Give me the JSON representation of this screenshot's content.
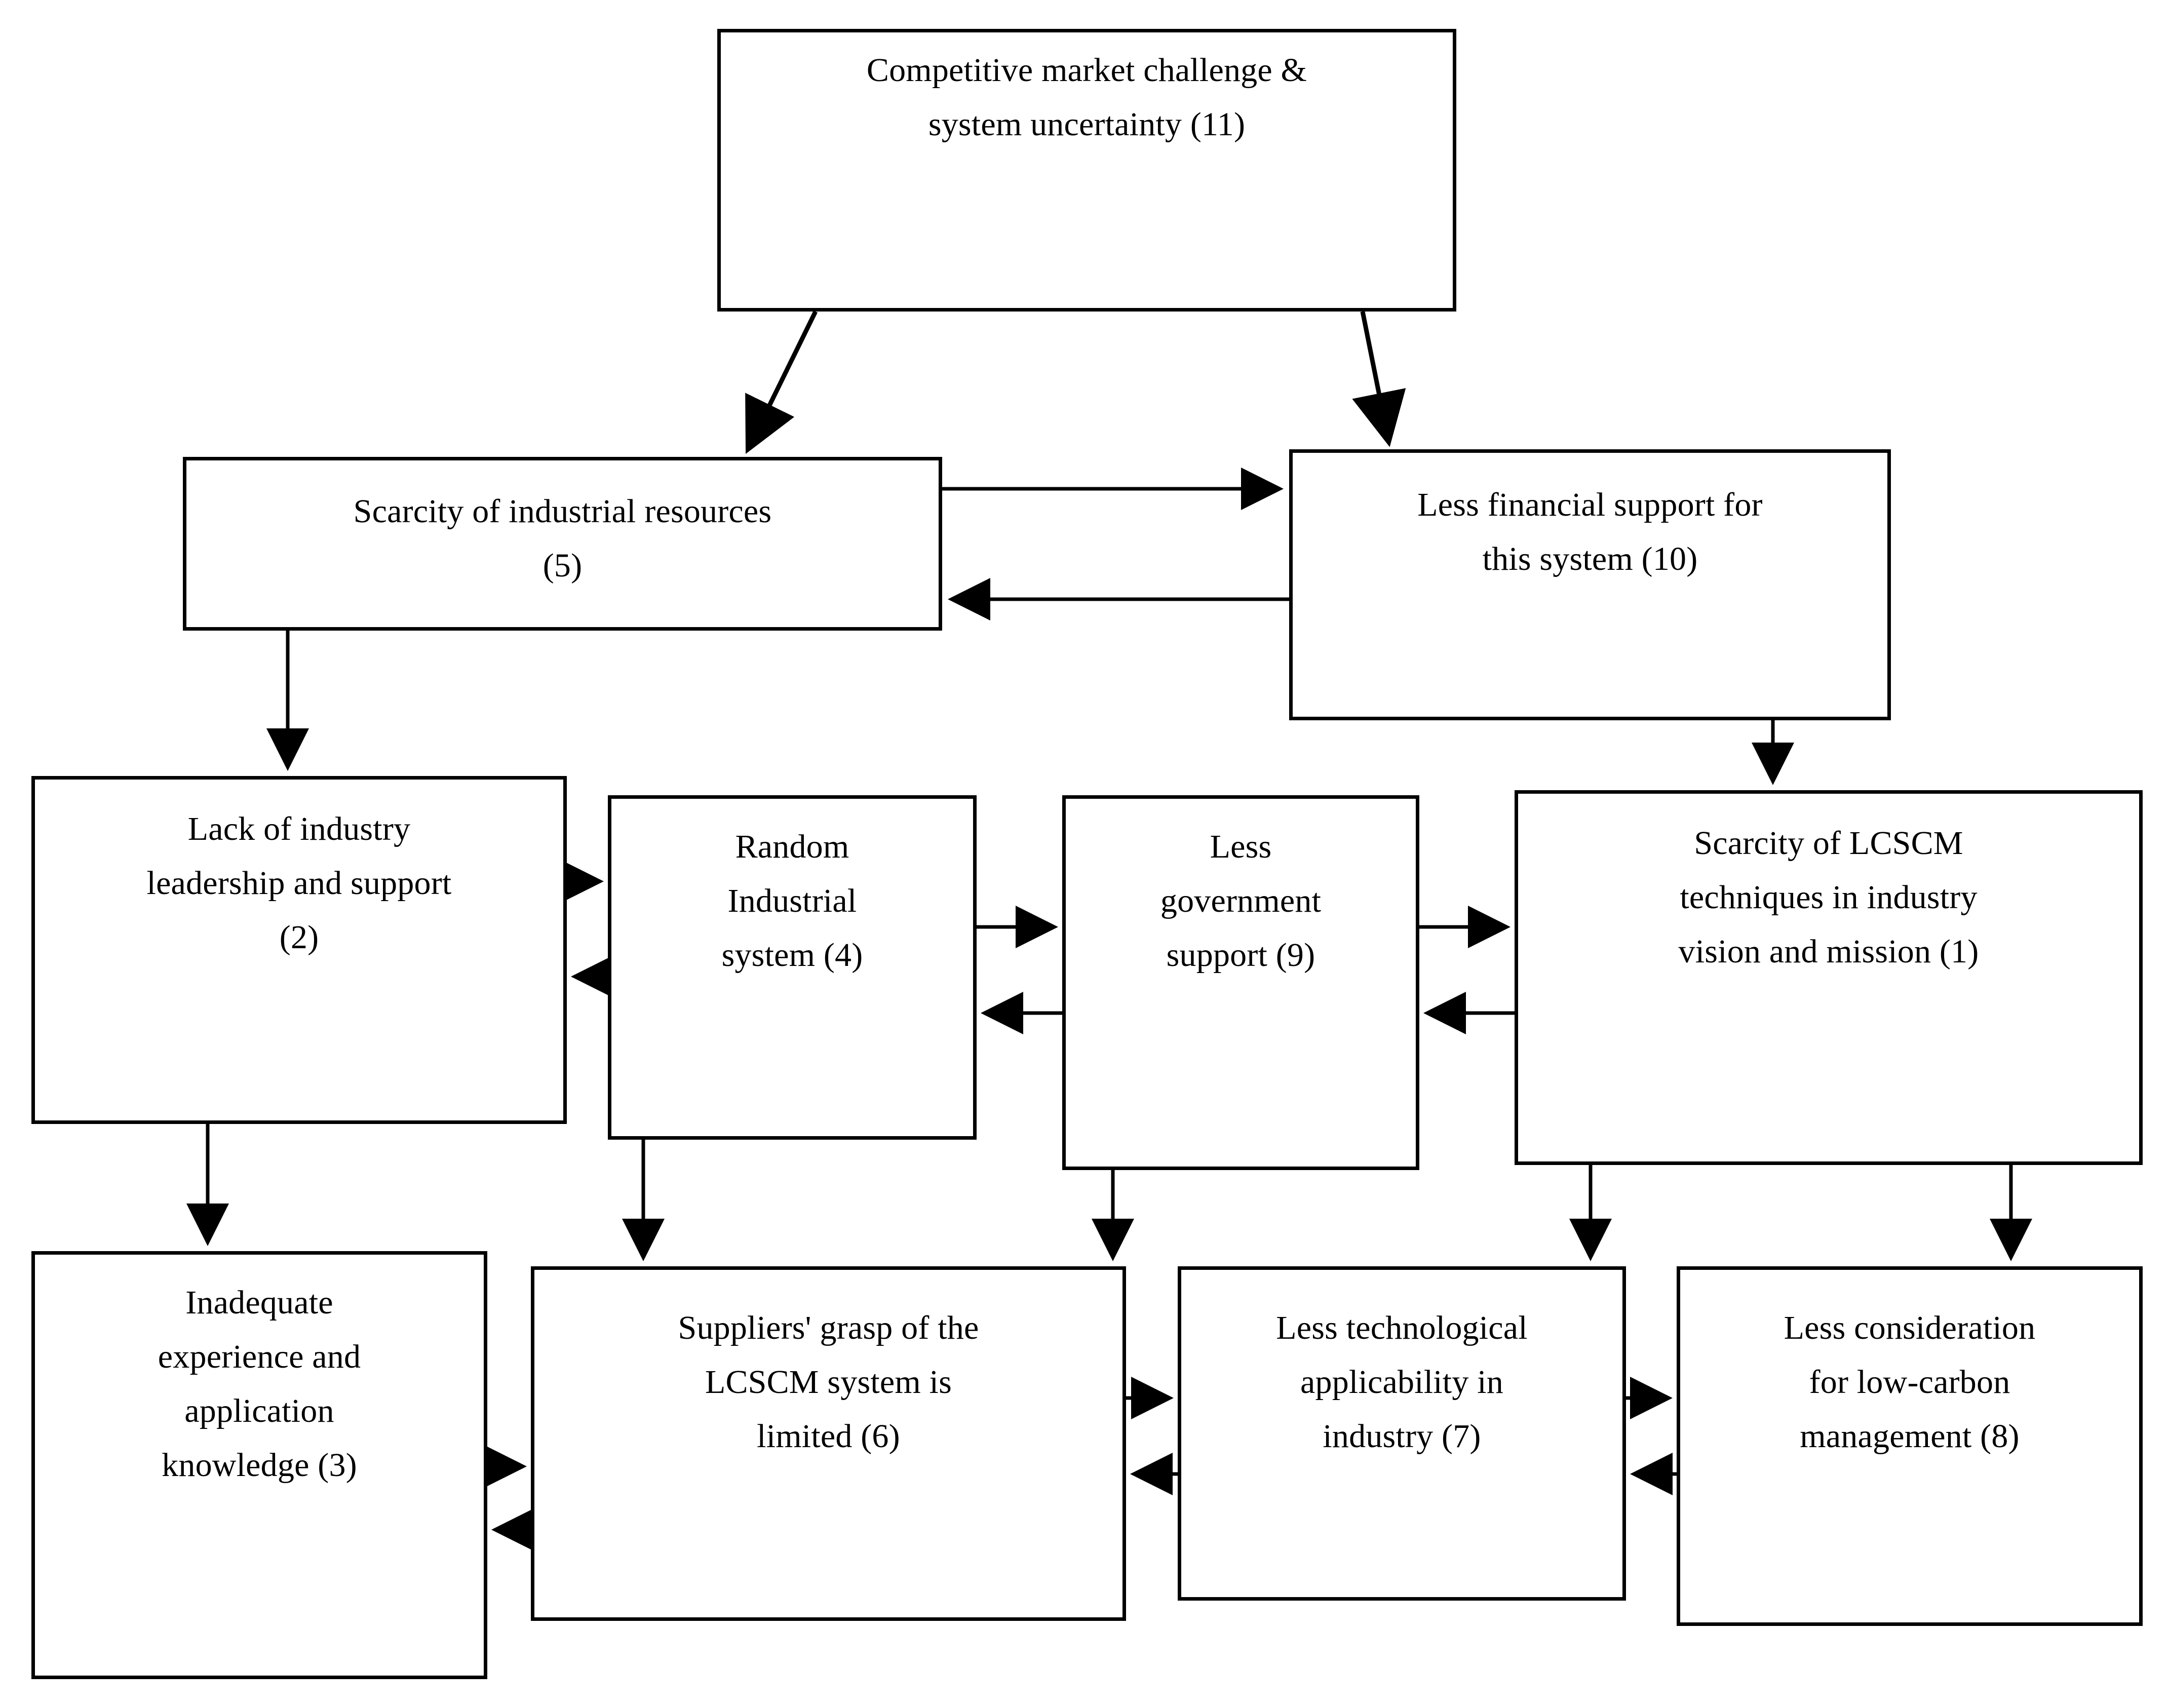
{
  "diagram": {
    "type": "flowchart",
    "title": "",
    "background_color": "#ffffff",
    "line_color": "#000000",
    "text_color": "#000000",
    "nodes": [
      {
        "id": "11",
        "label": "Competitive market challenge &\nsystem uncertainty (11)"
      },
      {
        "id": "5",
        "label": "Scarcity of industrial resources\n(5)"
      },
      {
        "id": "10",
        "label": "Less financial support for\nthis system (10)"
      },
      {
        "id": "2",
        "label": "Lack of industry\nleadership and support\n(2)"
      },
      {
        "id": "4",
        "label": "Random\nIndustrial\nsystem (4)"
      },
      {
        "id": "9",
        "label": "Less\ngovernment\nsupport (9)"
      },
      {
        "id": "1",
        "label": "Scarcity of LCSCM\ntechniques in industry\nvision and mission (1)"
      },
      {
        "id": "3",
        "label": "Inadequate\nexperience and\napplication\nknowledge (3)"
      },
      {
        "id": "6",
        "label": "Suppliers' grasp of the\nLCSCM system is\nlimited (6)"
      },
      {
        "id": "7",
        "label": "Less technological\napplicability in\nindustry (7)"
      },
      {
        "id": "8",
        "label": "Less consideration\nfor low-carbon\nmanagement (8)"
      }
    ],
    "edges": [
      {
        "from": "11",
        "to": "5",
        "style": "diagonal-arrow"
      },
      {
        "from": "11",
        "to": "10",
        "style": "diagonal-arrow"
      },
      {
        "from": "5",
        "to": "10",
        "style": "horizontal-arrow"
      },
      {
        "from": "10",
        "to": "5",
        "style": "horizontal-arrow"
      },
      {
        "from": "5",
        "to": "2",
        "style": "vertical-arrow"
      },
      {
        "from": "10",
        "to": "1",
        "style": "vertical-arrow"
      },
      {
        "from": "2",
        "to": "4",
        "style": "horizontal-arrow"
      },
      {
        "from": "4",
        "to": "2",
        "style": "horizontal-arrow"
      },
      {
        "from": "4",
        "to": "9",
        "style": "horizontal-arrow"
      },
      {
        "from": "9",
        "to": "4",
        "style": "horizontal-arrow"
      },
      {
        "from": "9",
        "to": "1",
        "style": "horizontal-arrow"
      },
      {
        "from": "1",
        "to": "9",
        "style": "horizontal-arrow"
      },
      {
        "from": "2",
        "to": "3",
        "style": "vertical-arrow"
      },
      {
        "from": "4",
        "to": "6",
        "style": "vertical-arrow"
      },
      {
        "from": "9",
        "to": "6",
        "style": "vertical-arrow"
      },
      {
        "from": "1",
        "to": "7",
        "style": "vertical-arrow"
      },
      {
        "from": "1",
        "to": "8",
        "style": "vertical-arrow"
      },
      {
        "from": "3",
        "to": "6",
        "style": "horizontal-arrow"
      },
      {
        "from": "6",
        "to": "3",
        "style": "horizontal-arrow"
      },
      {
        "from": "6",
        "to": "7",
        "style": "horizontal-arrow"
      },
      {
        "from": "7",
        "to": "6",
        "style": "horizontal-arrow"
      },
      {
        "from": "7",
        "to": "8",
        "style": "horizontal-arrow"
      },
      {
        "from": "8",
        "to": "7",
        "style": "horizontal-arrow"
      }
    ]
  }
}
